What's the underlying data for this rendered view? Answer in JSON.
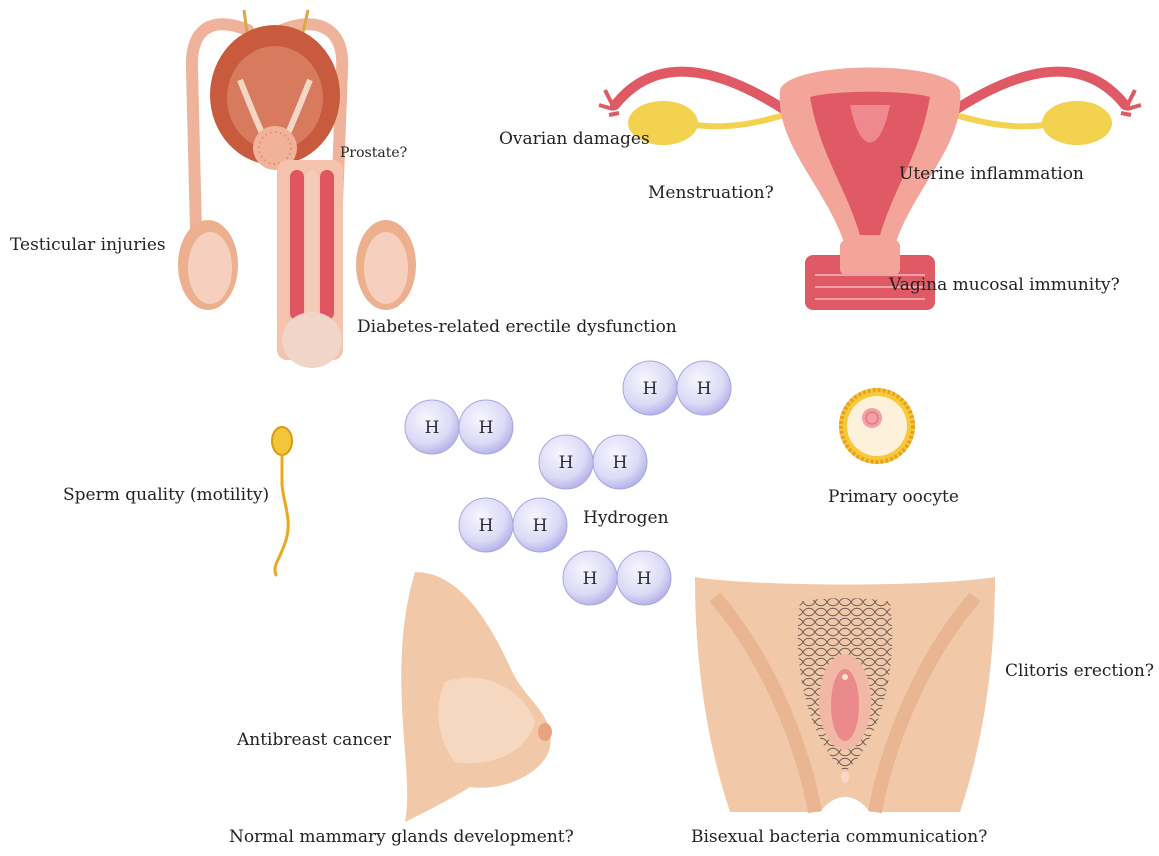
{
  "labels": {
    "testicular": "Testicular injuries",
    "prostate": "Prostate?",
    "erectile": "Diabetes-related erectile dysfunction",
    "ovarian": "Ovarian damages",
    "menstruation": "Menstruation?",
    "uterine": "Uterine inflammation",
    "vagina": "Vagina mucosal immunity?",
    "sperm": "Sperm quality (motility)",
    "hydrogen": "Hydrogen",
    "oocyte": "Primary oocyte",
    "breast_cancer": "Antibreast cancer",
    "mammary": "Normal mammary glands development?",
    "clitoris": "Clitoris erection?",
    "bacteria": "Bisexual bacteria communication?"
  },
  "hydrogen_atom_symbol": "H",
  "molecule_count": 5,
  "colors": {
    "skin": "#f1c9a9",
    "skin_dark": "#e5ad88",
    "organ_red": "#c6533f",
    "organ_pink": "#f3a59a",
    "uterus_red": "#e05a66",
    "ovary_yellow": "#f2d24e",
    "sperm_gold": "#e8a820",
    "atom_lavender": "#d9d8f3",
    "atom_edge": "#a9a6e2"
  }
}
